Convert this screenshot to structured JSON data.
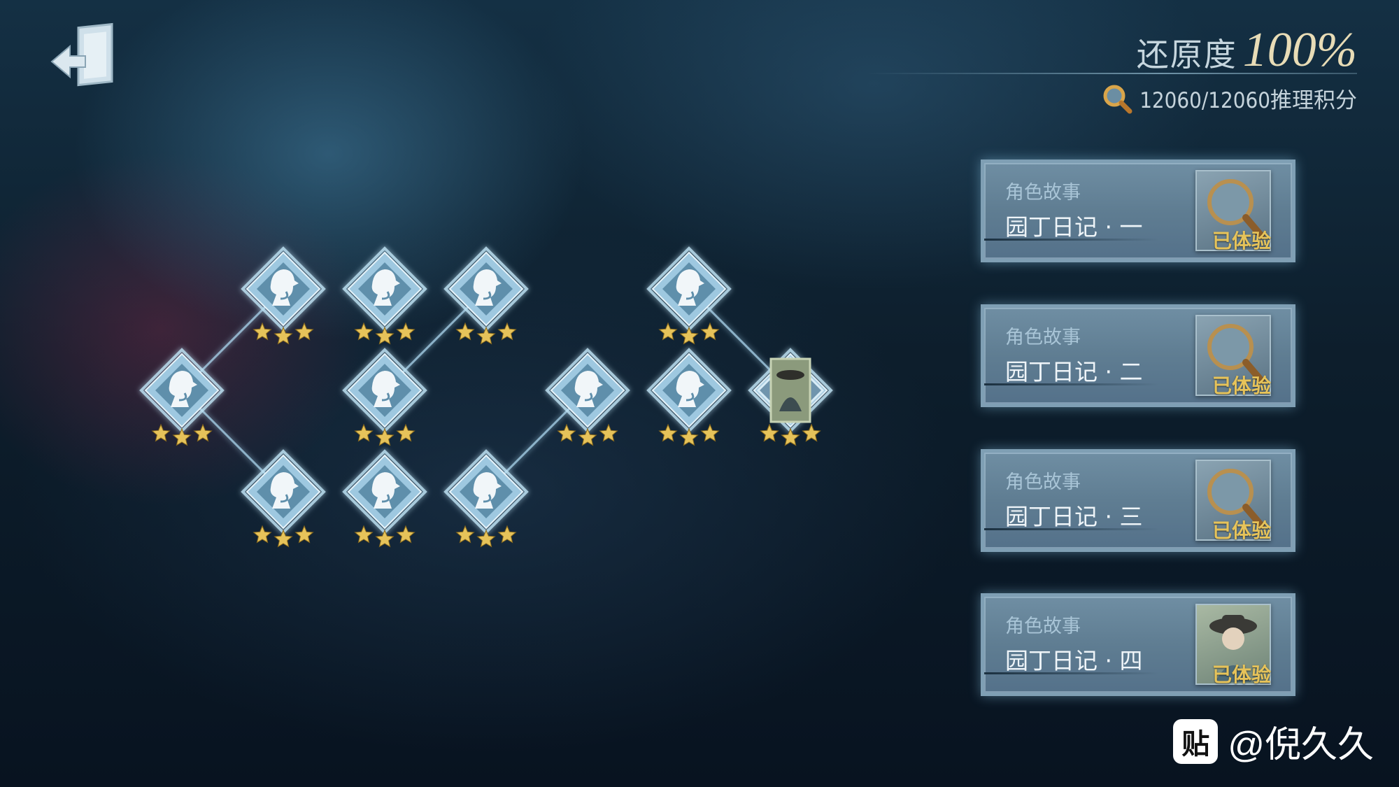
{
  "header": {
    "restore_label": "还原度",
    "restore_value": "100%",
    "points_text": "12060/12060推理积分"
  },
  "icons": {
    "exit": "exit-door-icon",
    "points": "magnifier-icon",
    "node": "sherlock-silhouette-icon",
    "star": "star-icon"
  },
  "colors": {
    "accent_gold": "#e6c35a",
    "node_blue": "#9ec8e0",
    "card_blue": "#6f8ea3",
    "line_blue": "#a9d4ec"
  },
  "graph": {
    "nodes": [
      {
        "id": "n1",
        "stars": 3,
        "type": "clue"
      },
      {
        "id": "n2",
        "stars": 3,
        "type": "clue"
      },
      {
        "id": "n3",
        "stars": 3,
        "type": "clue"
      },
      {
        "id": "n4",
        "stars": 3,
        "type": "clue"
      },
      {
        "id": "n5",
        "stars": 3,
        "type": "clue"
      },
      {
        "id": "n6",
        "stars": 3,
        "type": "clue"
      },
      {
        "id": "n7",
        "stars": 3,
        "type": "clue"
      },
      {
        "id": "n8",
        "stars": 3,
        "type": "clue"
      },
      {
        "id": "n9",
        "stars": 3,
        "type": "clue"
      },
      {
        "id": "n10",
        "stars": 3,
        "type": "clue"
      },
      {
        "id": "n11",
        "stars": 3,
        "type": "clue"
      },
      {
        "id": "n12",
        "stars": 3,
        "type": "clue"
      },
      {
        "id": "n13",
        "stars": 3,
        "type": "character"
      }
    ]
  },
  "stories": [
    {
      "category": "角色故事",
      "title": "园丁日记 · 一",
      "status": "已体验",
      "thumb": "magnifier-icon"
    },
    {
      "category": "角色故事",
      "title": "园丁日记 · 二",
      "status": "已体验",
      "thumb": "magnifier-icon"
    },
    {
      "category": "角色故事",
      "title": "园丁日记 · 三",
      "status": "已体验",
      "thumb": "magnifier-icon"
    },
    {
      "category": "角色故事",
      "title": "园丁日记 · 四",
      "status": "已体验",
      "thumb": "gardener-portrait-icon"
    }
  ],
  "watermark": {
    "logo_text": "贴",
    "text": "@倪久久"
  }
}
